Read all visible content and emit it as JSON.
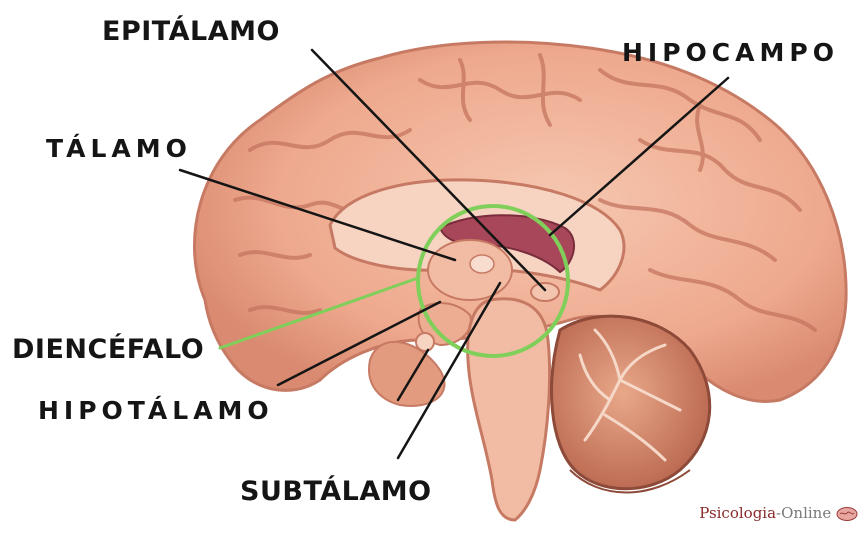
{
  "labels": {
    "epitalamo": "EPITÁLAMO",
    "hipocampo": "HIPOCAMPO",
    "talamo": "TÁLAMO",
    "diencefalo": "DIENCÉFALO",
    "hipotalamo": "HIPOTÁLAMO",
    "subtalamo": "SUBTÁLAMO"
  },
  "watermark": {
    "brand": "Psicologia",
    "suffix": "-Online"
  },
  "colors": {
    "brain_fill": "#f0b39a",
    "brain_shadow": "#d7876f",
    "inner_fill": "#f7d3c2",
    "ventricle": "#a8475a",
    "highlight_ring": "#7fcf5a",
    "leader_line": "#151515"
  }
}
